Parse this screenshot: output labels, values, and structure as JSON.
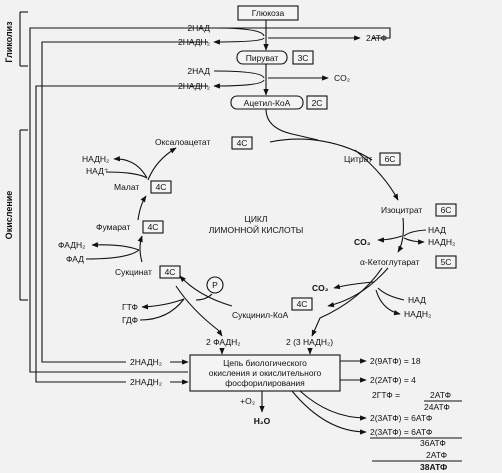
{
  "side_labels": {
    "glycolysis": "Гликолиз",
    "oxidation": "Окисление"
  },
  "glycolysis": {
    "glucose": "Глюкоза",
    "nad_1": "2НАД",
    "nadh_1": "2НАДН₂",
    "atp_1": "2АТФ",
    "pyruvate": "Пируват",
    "pyruvate_c": "3С",
    "nad_2": "2НАД",
    "nadh_2": "2НАДН₂",
    "co2": "CO₂",
    "acetyl_coa": "Ацетил-КоА",
    "acetyl_coa_c": "2С"
  },
  "cycle": {
    "title_line1": "ЦИКЛ",
    "title_line2": "ЛИМОННОЙ КИСЛОТЫ",
    "oxaloacetate": "Оксалоацетат",
    "oxaloacetate_c": "4С",
    "citrate": "Цитрат",
    "citrate_c": "6С",
    "isocitrate": "Изоцитрат",
    "isocitrate_c": "6С",
    "ketoglutarate": "α-Кетоглутарат",
    "ketoglutarate_c": "5С",
    "succinyl_coa": "Сукцинил-КоА",
    "succinyl_coa_c": "4С",
    "succinate": "Сукцинат",
    "succinate_c": "4С",
    "fumarate": "Фумарат",
    "fumarate_c": "4С",
    "malate": "Малат",
    "malate_c": "4С",
    "nadh_mal": "НАДН₂",
    "nad_mal": "НАД⁺",
    "fadh_fum": "ФАДН₂",
    "fad_fum": "ФАД",
    "gtf": "ГТФ",
    "gdf": "ГДФ",
    "p": "P",
    "nad_iso": "НАД",
    "nadh_iso": "НАДН₂",
    "co2_iso": "CO₂",
    "co2_keto": "CO₂",
    "nad_keto": "НАД",
    "nadh_keto": "НАДН₂",
    "fadh_out": "2 ФАДН₂",
    "nadh_out": "2 (3 НАДН₂)"
  },
  "chain": {
    "line1": "Цепь биологического",
    "line2": "окисления и окислительного",
    "line3": "фосфорилирования",
    "nadh_in1": "2НАДН₂",
    "nadh_in2": "2НАДН₂",
    "o2": "+O₂",
    "h2o": "H₂O"
  },
  "results": {
    "r1": "2(9АТФ) = 18",
    "r2": "2(2АТФ) = 4",
    "r3_left": "2ГТФ =",
    "r3_right": "2АТФ",
    "r3_total": "24АТФ",
    "r4": "2(3АТФ) = 6АТФ",
    "r5": "2(3АТФ) = 6АТФ",
    "r5_total": "36АТФ",
    "r6": "2АТФ",
    "grand_total": "38АТФ"
  }
}
